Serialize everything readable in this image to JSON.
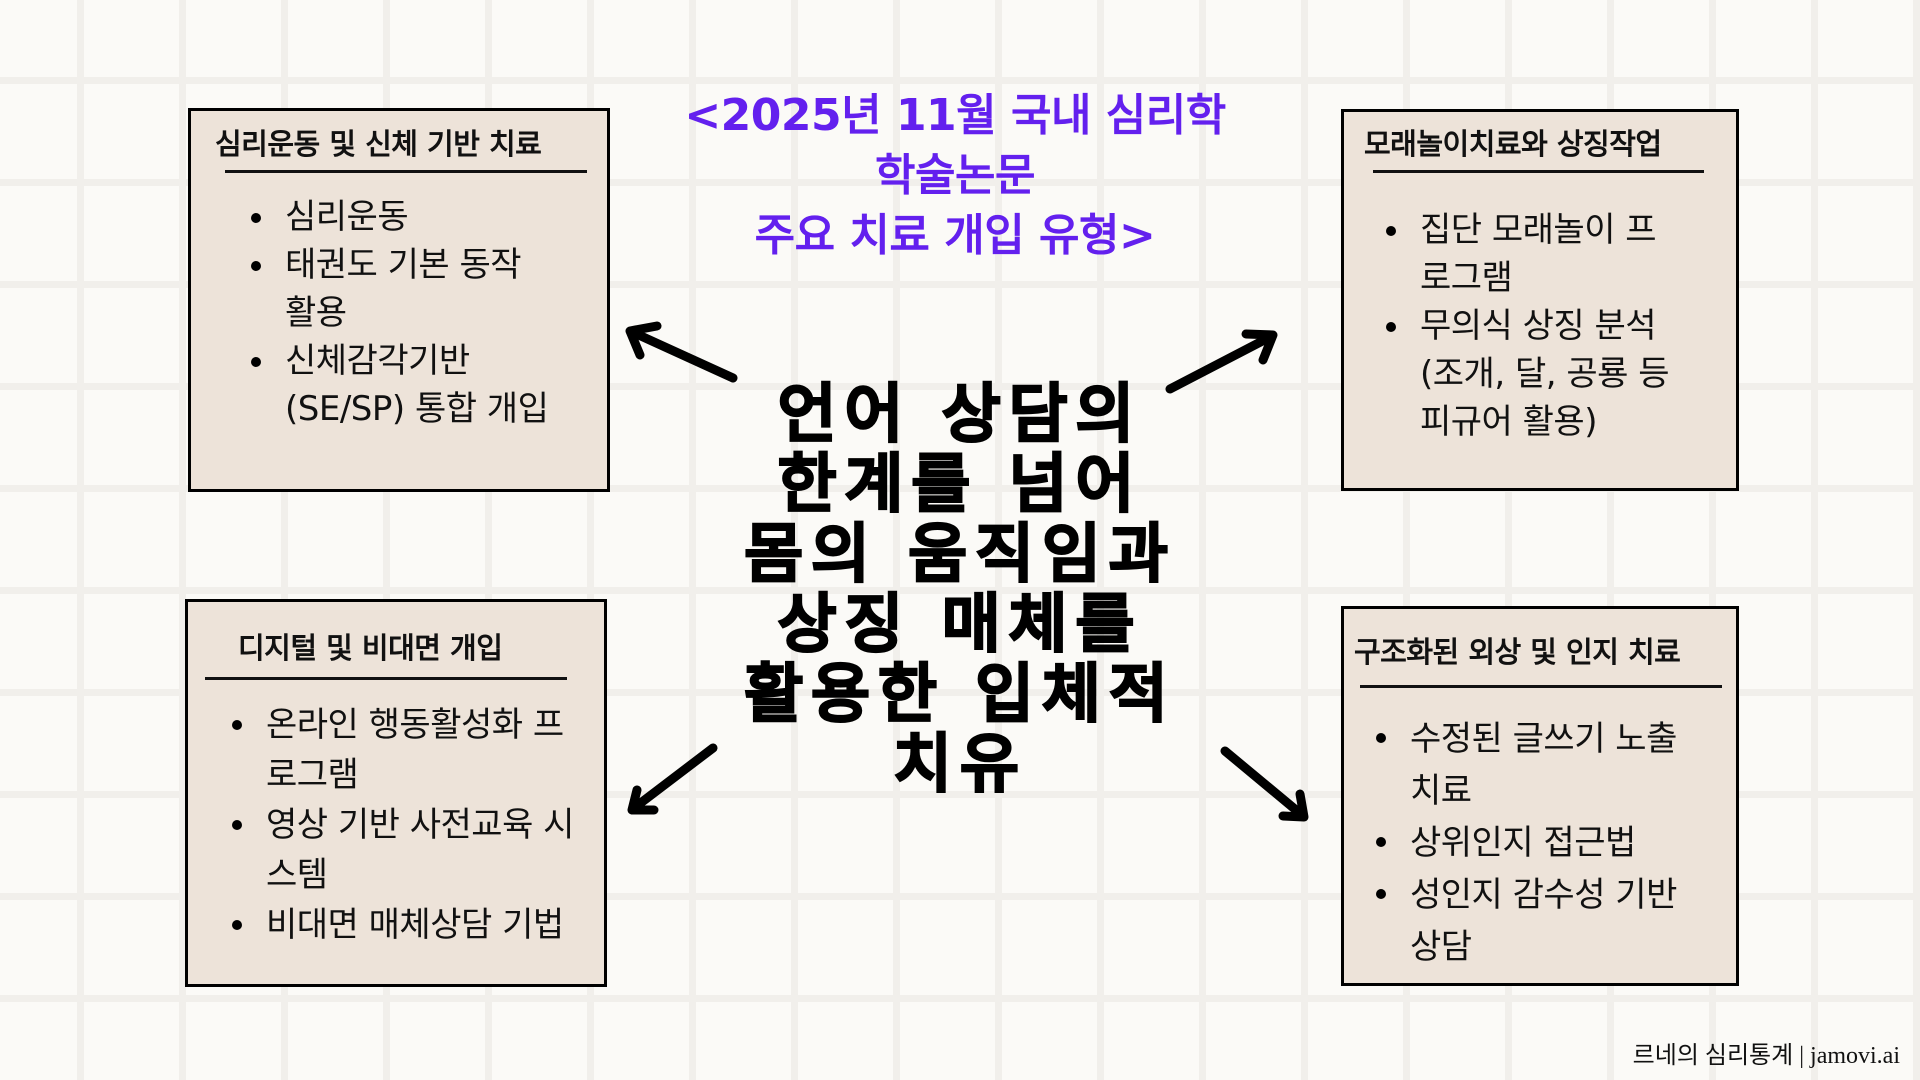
{
  "subtitle": {
    "line1": "<2025년 11월 국내 심리학",
    "line2": "학술논문",
    "line3": "주요 치료 개입 유형>",
    "color": "#6320ee"
  },
  "headline": {
    "lines": [
      "언어 상담의",
      "한계를 넘어",
      "몸의 움직임과",
      "상징 매체를",
      "활용한 입체적",
      "치유"
    ]
  },
  "boxes": {
    "top_left": {
      "title": "심리운동 및 신체 기반 치료",
      "items": [
        "심리운동",
        "태권도  기본  동작 활용",
        "신체감각기반 (SE/SP) 통합 개입"
      ]
    },
    "top_right": {
      "title": "모래놀이치료와 상징작업",
      "items": [
        "집단 모래놀이 프로그램",
        "무의식 상징 분석 (조개, 달, 공룡 등 피규어 활용)"
      ]
    },
    "bottom_left": {
      "title": "디지털 및 비대면 개입",
      "items": [
        "온라인 행동활성화 프로그램",
        "영상 기반 사전교육 시스템",
        "비대면 매체상담 기법"
      ]
    },
    "bottom_right": {
      "title": "구조화된 외상 및 인지 치료",
      "items": [
        "수정된 글쓰기 노출 치료",
        "상위인지 접근법",
        "성인지 감수성 기반 상담"
      ]
    }
  },
  "footer": {
    "credit": "르네의 심리통계 | jamovi.ai"
  },
  "colors": {
    "background": "#fbfaf7",
    "grid": "#f1efeb",
    "box_fill": "#ede3d9",
    "ink": "#000000"
  }
}
